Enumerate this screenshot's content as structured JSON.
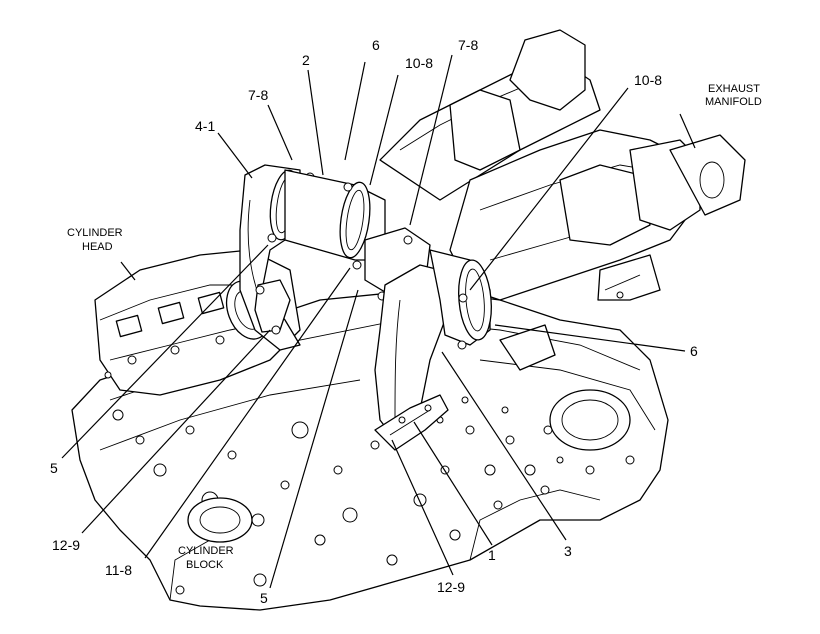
{
  "callouts": {
    "c_2": "2",
    "c_6_top": "6",
    "c_7_8_left": "7-8",
    "c_10_8_top": "10-8",
    "c_7_8_top": "7-8",
    "c_10_8_right": "10-8",
    "c_4_1": "4-1",
    "c_6_right": "6",
    "c_5_left": "5",
    "c_12_9_left": "12-9",
    "c_11_8": "11-8",
    "c_5_bottom": "5",
    "c_12_9_bottom": "12-9",
    "c_1": "1",
    "c_3": "3"
  },
  "zones": {
    "exhaust_manifold": [
      "EXHAUST",
      "MANIFOLD"
    ],
    "cylinder_head": [
      "CYLINDER",
      "HEAD"
    ],
    "cylinder_block": [
      "CYLINDER",
      "BLOCK"
    ]
  }
}
